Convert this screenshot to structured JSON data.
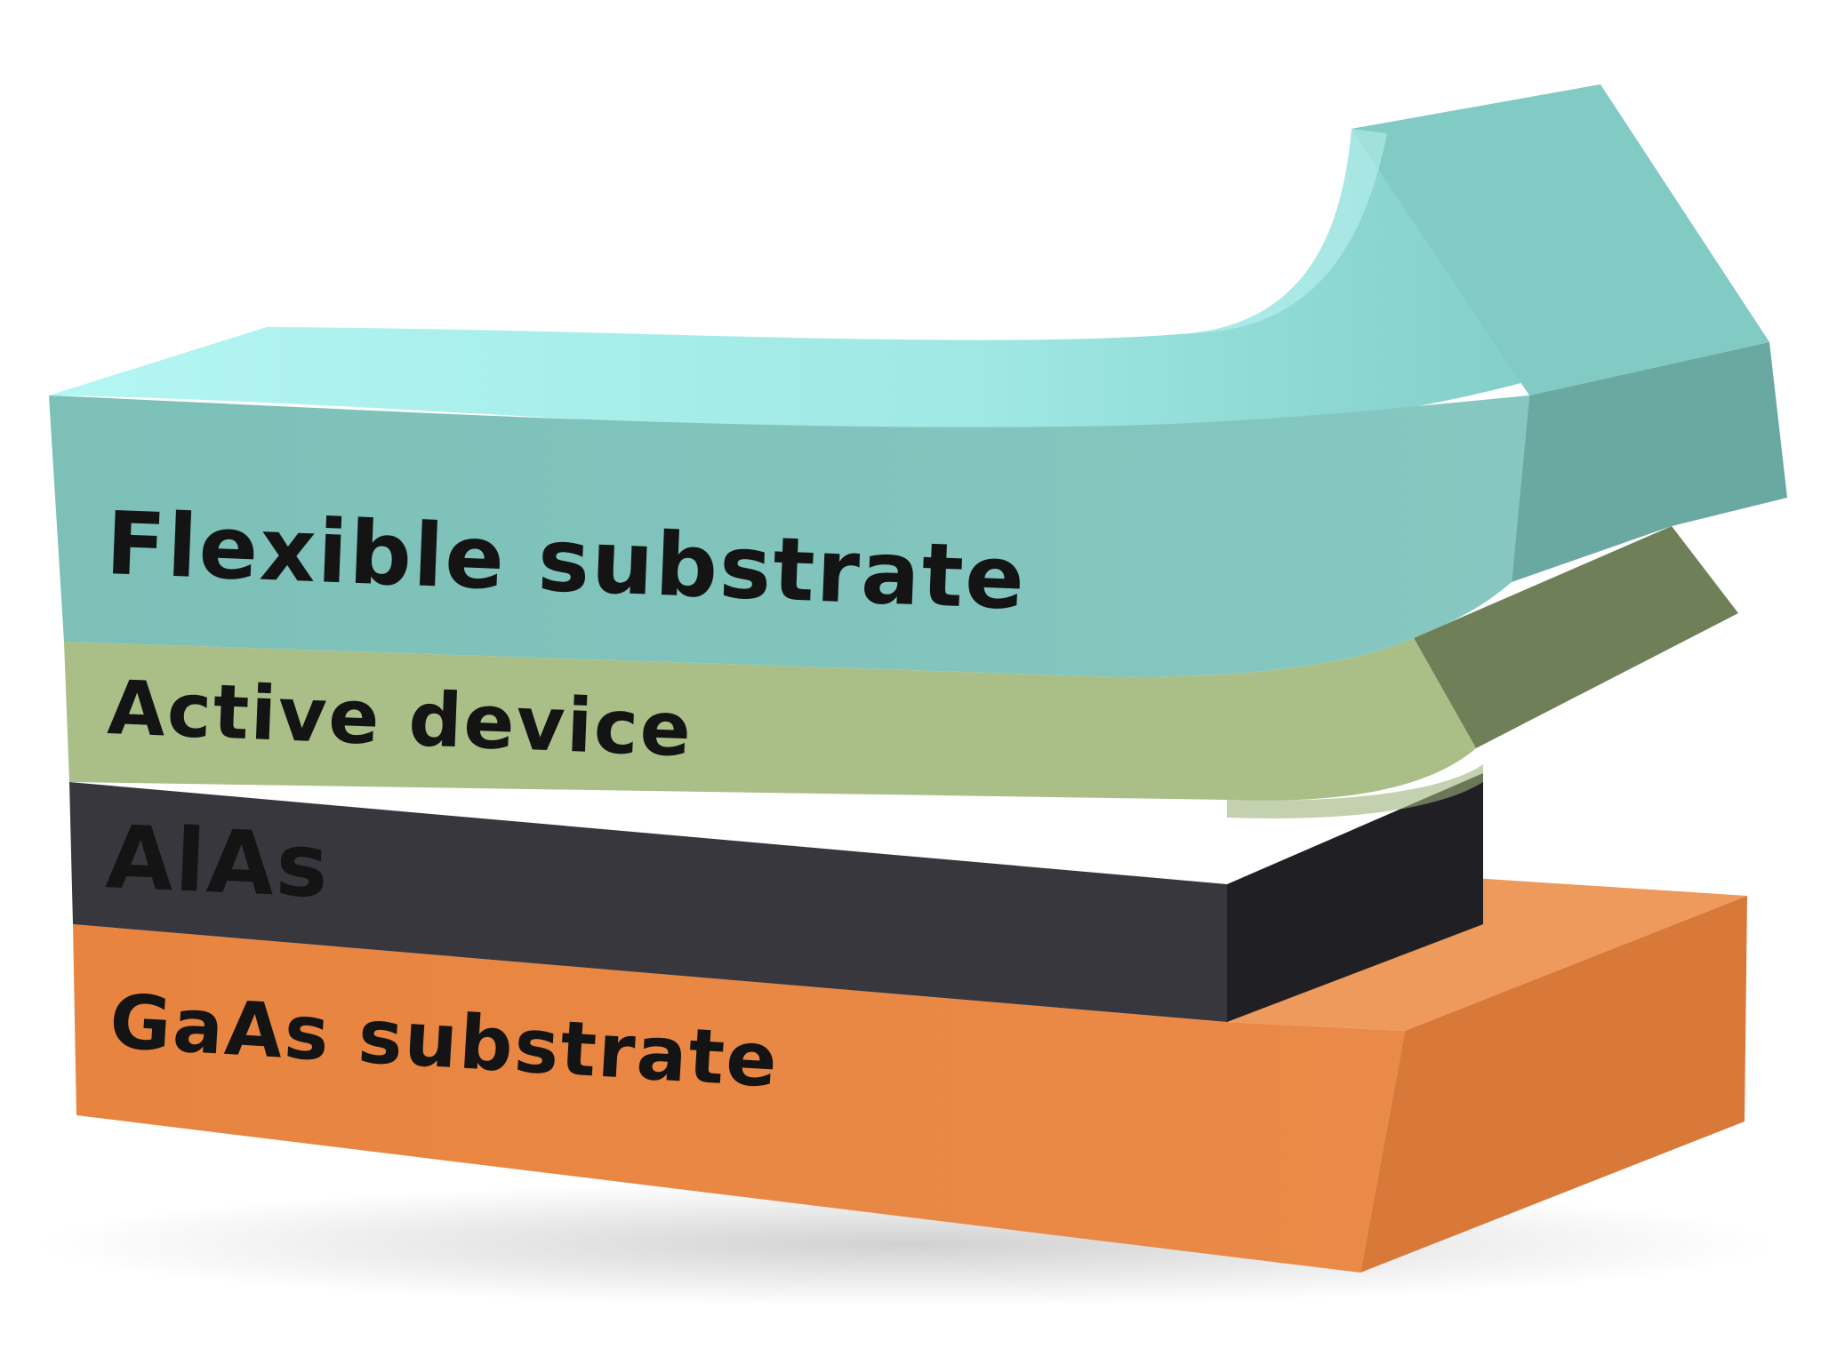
{
  "diagram": {
    "layers": [
      {
        "id": "flexible",
        "label": "Flexible substrate",
        "front_color": "#7fc3bb",
        "top_color": "#a9efec",
        "side_color": "#6aa9a1"
      },
      {
        "id": "active",
        "label": "Active device",
        "front_color": "#a9bf87",
        "top_color": "#b6cc93",
        "side_color": "#6f8058"
      },
      {
        "id": "alas",
        "label": "AlAs",
        "front_color": "#37373d",
        "top_color": "#46464c",
        "side_color": "#1f1f24"
      },
      {
        "id": "gaas",
        "label": "GaAs substrate",
        "front_color": "#e98646",
        "top_color": "#ee9a5c",
        "side_color": "#d8793a"
      }
    ]
  }
}
